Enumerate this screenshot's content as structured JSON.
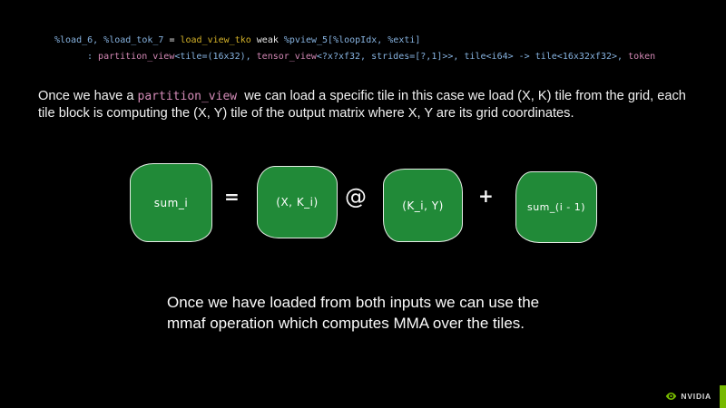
{
  "code": {
    "line1": {
      "results": "%load_6, %load_tok_7",
      "assign": " = ",
      "op_name": "load_view_tko",
      "keyword": " weak ",
      "operands": "%pview_5[%loopIdx, %exti]"
    },
    "line2": {
      "colon": ": ",
      "type1": "partition_view",
      "mid1": "<tile=(16x32), ",
      "type2": "tensor_view",
      "mid2": "<?x?xf32, strides=[?,1]>>, tile<i64> -> tile<16x32xf32>, ",
      "type3": "token"
    }
  },
  "intro": {
    "before": "Once we have a ",
    "code": "partition_view",
    "after": "  we can load a specific tile in this case we load (X, K) tile from the grid, each tile block is computing the (X, Y) tile of the output matrix where X, Y are its grid coordinates."
  },
  "diagram": {
    "boxes": [
      {
        "label": "sum_i"
      },
      {
        "label": "(X, K_i)"
      },
      {
        "label": "(K_i, Y)"
      },
      {
        "label": "sum_(i - 1)"
      }
    ],
    "operators": {
      "equals": "=",
      "matmul": "@",
      "plus": "+"
    },
    "box_fill": "#218a38",
    "box_border": "#e4ece4"
  },
  "caption": {
    "line1": "Once we have loaded from both inputs we can use the",
    "line2": "mmaf operation which computes MMA over the tiles."
  },
  "branding": {
    "logo_icon": "nvidia-eye",
    "logo_text": "NVIDIA",
    "nvidia_green": "#76b900"
  },
  "colors": {
    "background": "#000000",
    "code_blue": "#86b2df",
    "code_gold": "#d4b229",
    "code_pink": "#d287b4",
    "text_white": "#f1f1f1"
  }
}
